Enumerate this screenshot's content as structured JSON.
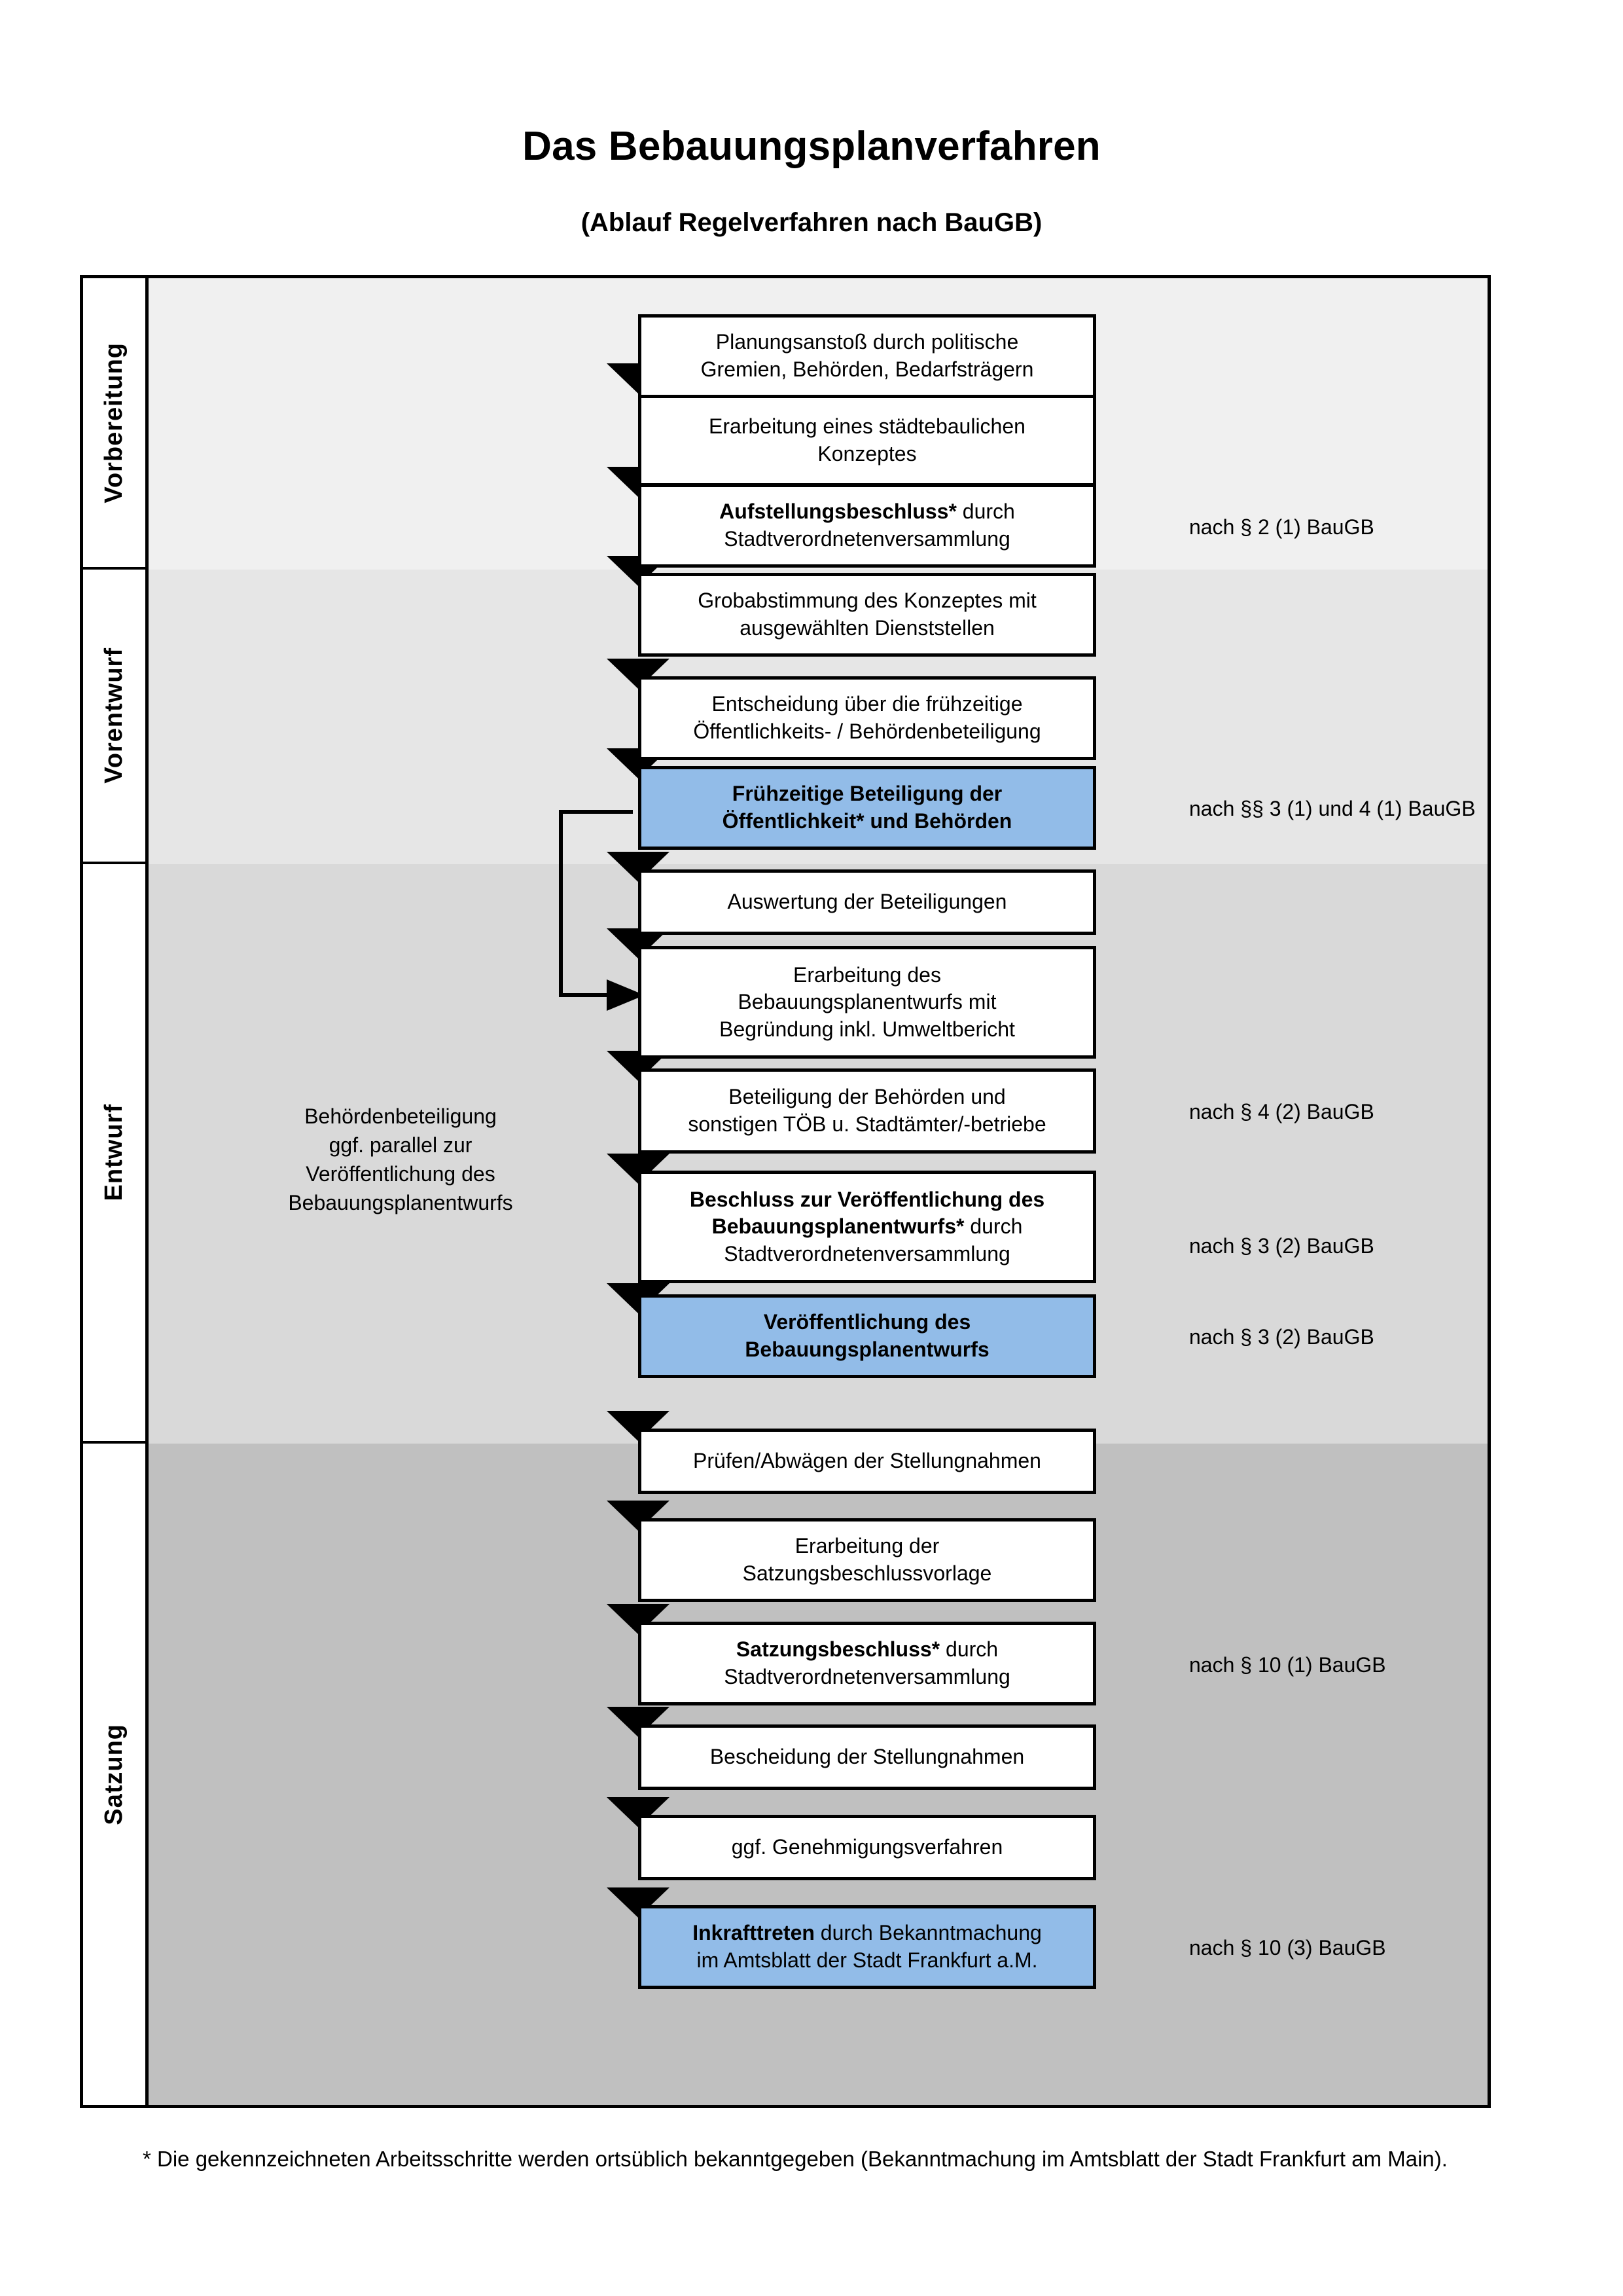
{
  "header": {
    "title": "Das Bebauungsplanverfahren",
    "subtitle": "(Ablauf Regelverfahren nach BauGB)"
  },
  "phases": [
    {
      "id": "vorbereitung",
      "label": "Vorbereitung",
      "bg": "#f0f0f0"
    },
    {
      "id": "vorentwurf",
      "label": "Vorentwurf",
      "bg": "#e6e6e6"
    },
    {
      "id": "entwurf",
      "label": "Entwurf",
      "bg": "#d9d9d9"
    },
    {
      "id": "satzung",
      "label": "Satzung",
      "bg": "#c0c0c0"
    }
  ],
  "steps": [
    {
      "id": "planungsanstoss",
      "phase": "vorbereitung",
      "lines": [
        "Planungsanstoß durch politische",
        "Gremien, Behörden, Bedarfsträgern"
      ],
      "bold_prefix": "",
      "highlight": false
    },
    {
      "id": "konzept",
      "phase": "vorbereitung",
      "lines": [
        "Erarbeitung eines städtebaulichen",
        "Konzeptes"
      ],
      "bold_prefix": "",
      "highlight": false
    },
    {
      "id": "aufstellungsbeschluss",
      "phase": "vorbereitung",
      "lines": [
        "Aufstellungsbeschluss* durch",
        "Stadtverordnetenversammlung"
      ],
      "bold_prefix": "Aufstellungsbeschluss*",
      "highlight": false
    },
    {
      "id": "grobabstimmung",
      "phase": "vorentwurf",
      "lines": [
        "Grobabstimmung des Konzeptes mit",
        "ausgewählten Dienststellen"
      ],
      "bold_prefix": "",
      "highlight": false
    },
    {
      "id": "entscheidung",
      "phase": "vorentwurf",
      "lines": [
        "Entscheidung über die frühzeitige",
        "Öffentlichkeits- / Behördenbeteiligung"
      ],
      "bold_prefix": "",
      "highlight": false
    },
    {
      "id": "fruehzeitige-beteiligung",
      "phase": "vorentwurf",
      "lines": [
        "Frühzeitige Beteiligung der",
        "Öffentlichkeit* und Behörden"
      ],
      "bold_prefix": "ALL",
      "highlight": true
    },
    {
      "id": "auswertung",
      "phase": "entwurf",
      "lines": [
        "Auswertung der Beteiligungen"
      ],
      "bold_prefix": "",
      "highlight": false
    },
    {
      "id": "erarbeitung-entwurf",
      "phase": "entwurf",
      "lines": [
        "Erarbeitung des",
        "Bebauungsplanentwurfs mit",
        "Begründung inkl. Umweltbericht"
      ],
      "bold_prefix": "",
      "highlight": false
    },
    {
      "id": "beteiligung-behoerden",
      "phase": "entwurf",
      "lines": [
        "Beteiligung der Behörden und",
        "sonstigen TÖB u. Stadtämter/-betriebe"
      ],
      "bold_prefix": "",
      "highlight": false
    },
    {
      "id": "beschluss-veroeffentlichung",
      "phase": "entwurf",
      "lines": [
        "Beschluss zur Veröffentlichung des",
        "Bebauungsplanentwurfs* durch",
        "Stadtverordnetenversammlung"
      ],
      "bold_prefix": "Beschluss zur Veröffentlichung des Bebauungsplanentwurfs*",
      "highlight": false
    },
    {
      "id": "veroeffentlichung",
      "phase": "entwurf",
      "lines": [
        "Veröffentlichung des",
        "Bebauungsplanentwurfs"
      ],
      "bold_prefix": "ALL",
      "highlight": true
    },
    {
      "id": "pruefen-abwaegen",
      "phase": "satzung",
      "lines": [
        "Prüfen/Abwägen der Stellungnahmen"
      ],
      "bold_prefix": "",
      "highlight": false
    },
    {
      "id": "satzungsbeschlussvorlage",
      "phase": "satzung",
      "lines": [
        "Erarbeitung der",
        "Satzungsbeschlussvorlage"
      ],
      "bold_prefix": "",
      "highlight": false
    },
    {
      "id": "satzungsbeschluss",
      "phase": "satzung",
      "lines": [
        "Satzungsbeschluss* durch",
        "Stadtverordnetenversammlung"
      ],
      "bold_prefix": "Satzungsbeschluss*",
      "highlight": false
    },
    {
      "id": "bescheidung",
      "phase": "satzung",
      "lines": [
        "Bescheidung der Stellungnahmen"
      ],
      "bold_prefix": "",
      "highlight": false
    },
    {
      "id": "genehmigungsverfahren",
      "phase": "satzung",
      "lines": [
        "ggf. Genehmigungsverfahren"
      ],
      "bold_prefix": "",
      "highlight": false
    },
    {
      "id": "inkrafttreten",
      "phase": "satzung",
      "lines": [
        "Inkrafttreten durch Bekanntmachung",
        "im Amtsblatt der Stadt Frankfurt a.M."
      ],
      "bold_prefix": "Inkrafttreten",
      "highlight": true
    }
  ],
  "law_notes": [
    {
      "id": "note-2-1",
      "text": "nach § 2 (1) BauGB",
      "for_step": "aufstellungsbeschluss"
    },
    {
      "id": "note-3-1-4-1",
      "text": "nach §§ 3 (1) und 4 (1) BauGB",
      "for_step": "fruehzeitige-beteiligung"
    },
    {
      "id": "note-4-2",
      "text": "nach § 4 (2) BauGB",
      "for_step": "beteiligung-behoerden"
    },
    {
      "id": "note-3-2-a",
      "text": "nach § 3 (2) BauGB",
      "for_step": "beschluss-veroeffentlichung"
    },
    {
      "id": "note-3-2-b",
      "text": "nach § 3 (2) BauGB",
      "for_step": "veroeffentlichung"
    },
    {
      "id": "note-10-1",
      "text": "nach § 10 (1) BauGB",
      "for_step": "satzungsbeschluss"
    },
    {
      "id": "note-10-3",
      "text": "nach § 10 (3) BauGB",
      "for_step": "inkrafttreten"
    }
  ],
  "side_note": {
    "id": "behoerdenbeteiligung-note",
    "lines": [
      "Behördenbeteiligung",
      "ggf. parallel zur",
      "Veröffentlichung des",
      "Bebauungsplanentwurfs"
    ]
  },
  "footnote": {
    "text": "* Die gekennzeichneten Arbeitsschritte werden ortsüblich bekanntgegeben (Bekanntmachung im Amtsblatt  der Stadt Frankfurt am Main)."
  },
  "colors": {
    "highlight_blue": "#92bce8",
    "border_black": "#000000",
    "band_1": "#f0f0f0",
    "band_2": "#e6e6e6",
    "band_3": "#d9d9d9",
    "band_4": "#c0c0c0"
  }
}
